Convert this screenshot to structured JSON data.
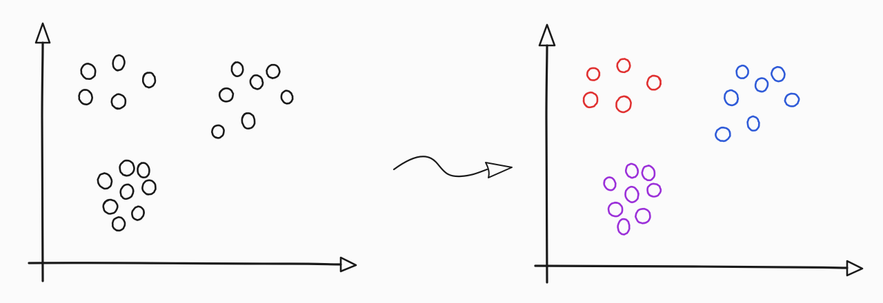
{
  "diagram": {
    "type": "clustering-before-after",
    "colors": {
      "ink": "#1a1a1a",
      "cluster_1": "#e03131",
      "cluster_2": "#2f5bd8",
      "cluster_3": "#9b30d9",
      "background": "#fbfbfb"
    },
    "before_panel": {
      "points": [
        {
          "x": 1.2,
          "y": 8.6
        },
        {
          "x": 2.3,
          "y": 9.0
        },
        {
          "x": 3.4,
          "y": 8.2
        },
        {
          "x": 1.1,
          "y": 7.4
        },
        {
          "x": 2.3,
          "y": 7.2
        },
        {
          "x": 6.6,
          "y": 8.7
        },
        {
          "x": 7.3,
          "y": 8.1
        },
        {
          "x": 7.9,
          "y": 8.6
        },
        {
          "x": 6.2,
          "y": 7.5
        },
        {
          "x": 8.4,
          "y": 7.4
        },
        {
          "x": 5.9,
          "y": 5.8
        },
        {
          "x": 7.0,
          "y": 6.3
        },
        {
          "x": 1.8,
          "y": 3.5
        },
        {
          "x": 2.6,
          "y": 4.1
        },
        {
          "x": 3.2,
          "y": 4.0
        },
        {
          "x": 2.6,
          "y": 3.0
        },
        {
          "x": 3.4,
          "y": 3.2
        },
        {
          "x": 2.0,
          "y": 2.3
        },
        {
          "x": 3.0,
          "y": 2.0
        },
        {
          "x": 2.3,
          "y": 1.5
        }
      ]
    },
    "after_panel": {
      "clusters": [
        {
          "color_key": "cluster_1",
          "points": [
            {
              "x": 1.2,
              "y": 8.6
            },
            {
              "x": 2.3,
              "y": 9.0
            },
            {
              "x": 3.4,
              "y": 8.2
            },
            {
              "x": 1.1,
              "y": 7.4
            },
            {
              "x": 2.3,
              "y": 7.2
            }
          ]
        },
        {
          "color_key": "cluster_2",
          "points": [
            {
              "x": 6.6,
              "y": 8.7
            },
            {
              "x": 7.3,
              "y": 8.1
            },
            {
              "x": 7.9,
              "y": 8.6
            },
            {
              "x": 6.2,
              "y": 7.5
            },
            {
              "x": 8.4,
              "y": 7.4
            },
            {
              "x": 5.9,
              "y": 5.8
            },
            {
              "x": 7.0,
              "y": 6.3
            }
          ]
        },
        {
          "color_key": "cluster_3",
          "points": [
            {
              "x": 1.8,
              "y": 3.5
            },
            {
              "x": 2.6,
              "y": 4.1
            },
            {
              "x": 3.2,
              "y": 4.0
            },
            {
              "x": 2.6,
              "y": 3.0
            },
            {
              "x": 3.4,
              "y": 3.2
            },
            {
              "x": 2.0,
              "y": 2.3
            },
            {
              "x": 3.0,
              "y": 2.0
            },
            {
              "x": 2.3,
              "y": 1.5
            }
          ]
        }
      ]
    },
    "axis_range": {
      "x": [
        0,
        10
      ],
      "y": [
        0,
        10
      ]
    },
    "connector": "squiggle-arrow"
  }
}
